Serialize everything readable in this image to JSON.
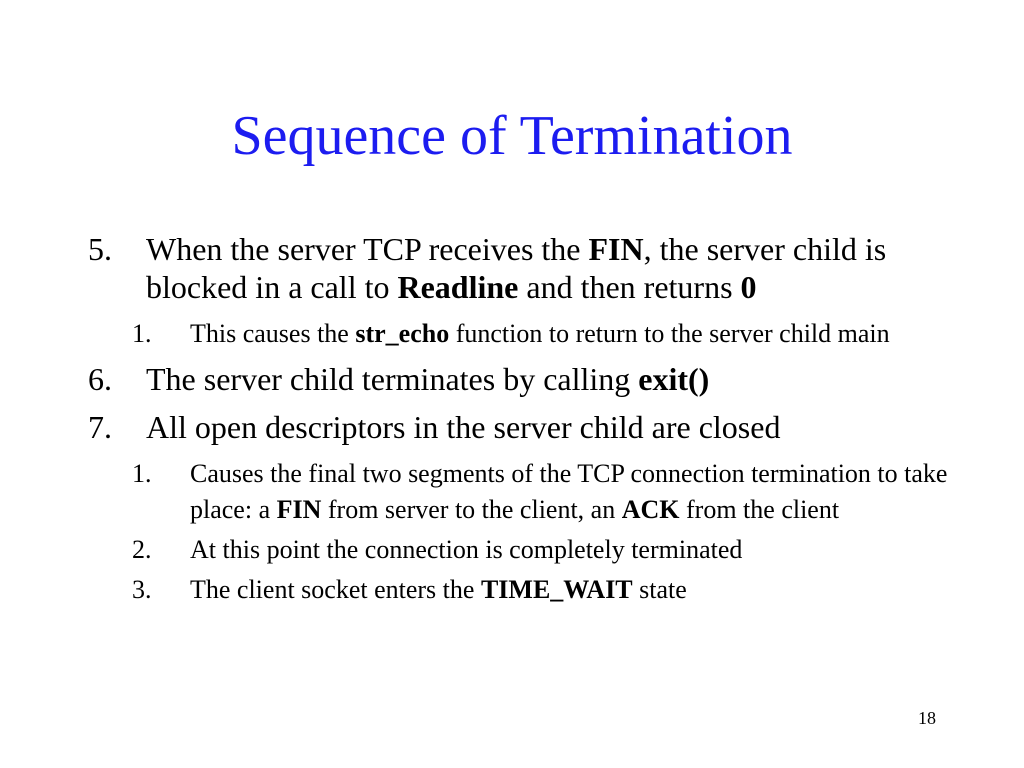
{
  "slide": {
    "title": "Sequence of Termination",
    "page_number": "18"
  },
  "items": [
    {
      "num": "5.",
      "segments": [
        {
          "t": "When the server TCP receives the ",
          "b": false
        },
        {
          "t": "FIN",
          "b": true
        },
        {
          "t": ", the server child is blocked in a call to ",
          "b": false
        },
        {
          "t": "Readline",
          "b": true
        },
        {
          "t": " and then returns ",
          "b": false
        },
        {
          "t": "0",
          "b": true
        }
      ],
      "sub": [
        {
          "num": "1.",
          "segments": [
            {
              "t": "This causes the ",
              "b": false
            },
            {
              "t": "str_echo",
              "b": true
            },
            {
              "t": " function to return to the server child main",
              "b": false
            }
          ]
        }
      ]
    },
    {
      "num": "6.",
      "segments": [
        {
          "t": "The server child terminates by calling ",
          "b": false
        },
        {
          "t": "exit()",
          "b": true
        }
      ],
      "sub": []
    },
    {
      "num": "7.",
      "segments": [
        {
          "t": "All open descriptors in the server child are closed",
          "b": false
        }
      ],
      "sub": [
        {
          "num": "1.",
          "segments": [
            {
              "t": "Causes the final two segments of the TCP connection termination to take place: a ",
              "b": false
            },
            {
              "t": "FIN",
              "b": true
            },
            {
              "t": " from server to the client, an ",
              "b": false
            },
            {
              "t": "ACK",
              "b": true
            },
            {
              "t": " from the client",
              "b": false
            }
          ]
        },
        {
          "num": "2.",
          "segments": [
            {
              "t": "At this point the connection is completely terminated",
              "b": false
            }
          ]
        },
        {
          "num": "3.",
          "segments": [
            {
              "t": "The client socket enters the ",
              "b": false
            },
            {
              "t": "TIME_WAIT",
              "b": true
            },
            {
              "t": " state",
              "b": false
            }
          ]
        }
      ]
    }
  ]
}
